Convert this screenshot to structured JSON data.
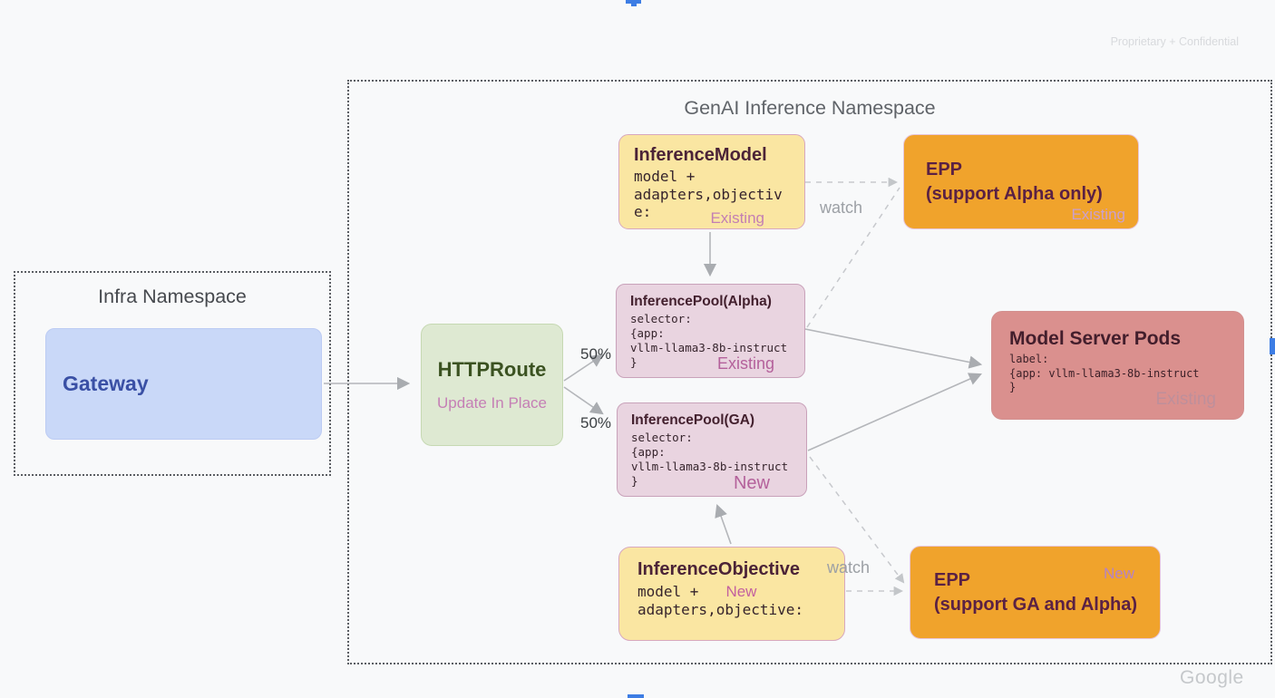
{
  "slide": {
    "watermark": "Proprietary + Confidential",
    "brand": "Google"
  },
  "colors": {
    "background": "#F8F9FA",
    "gateway_fill": "#C9D8F8",
    "httproute_fill": "#DEE9D2",
    "resource_yellow": "#FAE6A2",
    "epp_orange": "#F0A32C",
    "pool_pink": "#E9D4E0",
    "pods_rose": "#DA908E",
    "status_pink": "#B4619B",
    "connector_gray": "#B4B6BA",
    "comment_marker_blue": "#3D7DE4"
  },
  "infra_namespace": {
    "title": "Infra Namespace",
    "gateway": {
      "title": "Gateway"
    }
  },
  "genai_namespace": {
    "title": "GenAI Inference Namespace",
    "httproute": {
      "title": "HTTPRoute",
      "subtitle": "Update In Place"
    },
    "inference_model": {
      "title": "InferenceModel",
      "code": "model +\nadapters,objectiv\ne:",
      "status": "Existing"
    },
    "epp_alpha": {
      "title": "EPP\n(support Alpha only)",
      "status": "Existing"
    },
    "pool_alpha": {
      "title": "InferencePool(Alpha)",
      "code": "selector:\n{app:\nvllm-llama3-8b-instruct\n}",
      "status": "Existing"
    },
    "pool_ga": {
      "title": "InferencePool(GA)",
      "code": "selector:\n{app:\nvllm-llama3-8b-instruct\n}",
      "status": "New"
    },
    "model_server_pods": {
      "title": "Model Server Pods",
      "code": "label:\n{app: vllm-llama3-8b-instruct\n}",
      "status": "Existing"
    },
    "inference_objective": {
      "title": "InferenceObjective",
      "code_line1": "model +",
      "status": "New",
      "code_line2": "adapters,objective:"
    },
    "epp_ga": {
      "title": "EPP\n(support GA and Alpha)",
      "status": "New"
    },
    "connector_labels": {
      "split_top": "50%",
      "split_bottom": "50%",
      "watch_top": "watch",
      "watch_bottom": "watch"
    }
  }
}
